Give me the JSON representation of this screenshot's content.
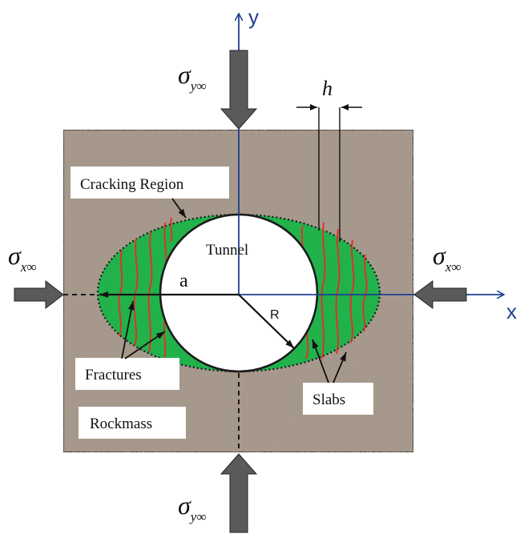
{
  "axes": {
    "x_label": "x",
    "y_label": "y"
  },
  "stress_labels": {
    "top_sigma": "σ",
    "top_sub": "y∞",
    "bottom_sigma": "σ",
    "bottom_sub": "y∞",
    "left_sigma": "σ",
    "left_sub": "x∞",
    "right_sigma": "σ",
    "right_sub": "x∞"
  },
  "dimension_labels": {
    "slab_thickness": "h",
    "half_width": "a",
    "radius": "R"
  },
  "callouts": {
    "cracking_region": "Cracking Region",
    "tunnel": "Tunnel",
    "fractures": "Fractures",
    "slabs": "Slabs",
    "rockmass": "Rockmass"
  },
  "colors": {
    "rock": "#a89a8c",
    "cracking_zone": "#22b24c",
    "fracture": "#e0322a",
    "axis": "#1f3f8f",
    "arrow": "#5a5a5a",
    "outline": "#1a1a1a"
  }
}
